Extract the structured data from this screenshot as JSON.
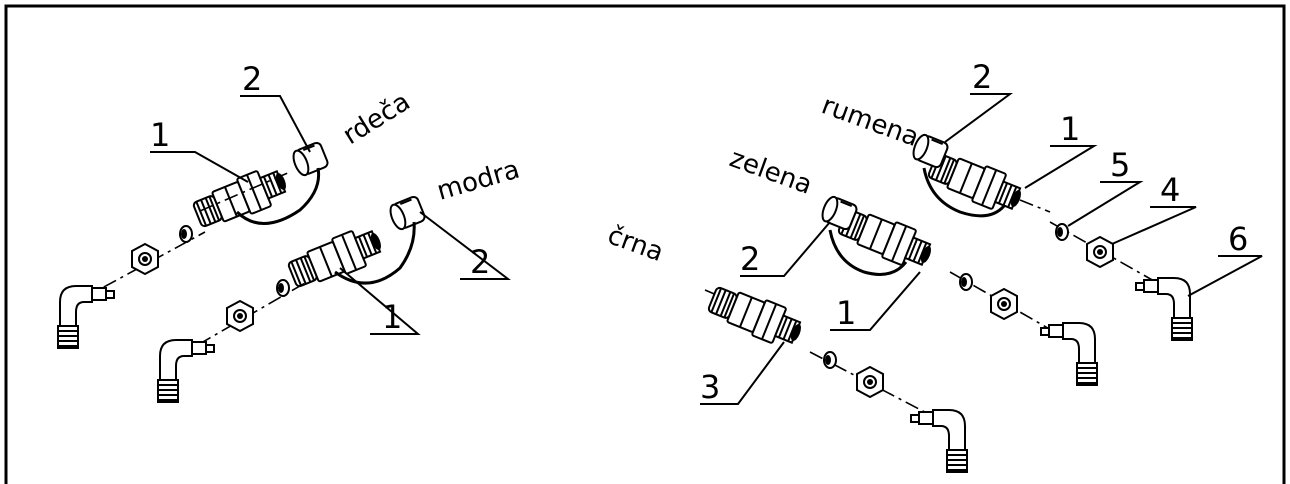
{
  "diagram": {
    "colors": {
      "line": "#000000",
      "background": "#ffffff"
    },
    "color_labels": {
      "rdeca": "rdeča",
      "modra": "modra",
      "rumena": "rumena",
      "zelena": "zelena",
      "crna": "črna"
    },
    "part_numbers": {
      "left_top_1": "1",
      "left_top_2": "2",
      "left_bottom_1": "1",
      "left_bottom_2": "2",
      "right_top_1": "1",
      "right_top_2": "2",
      "right_mid_1": "1",
      "right_mid_2": "2",
      "right_3": "3",
      "right_4": "4",
      "right_5": "5",
      "right_6": "6"
    }
  }
}
